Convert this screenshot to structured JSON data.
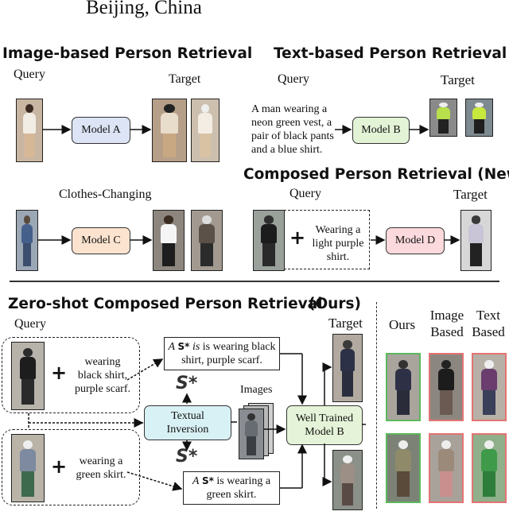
{
  "header": {
    "location": "Beijing, China"
  },
  "panels": {
    "image_based": {
      "title": "Image-based Person Retrieval",
      "query": "Query",
      "target": "Target",
      "model": "Model A"
    },
    "text_based": {
      "title": "Text-based Person Retrieval",
      "query": "Query",
      "target": "Target",
      "model": "Model B",
      "caption": [
        "A man wearing a",
        "neon green vest, a",
        "pair of black pants",
        "and a blue shirt."
      ]
    },
    "clothes_changing": {
      "title": "Clothes-Changing",
      "model": "Model C"
    },
    "composed": {
      "title": "Composed Person Retrieval (New)",
      "query": "Query",
      "target": "Target",
      "model": "Model D",
      "modifier": [
        "Wearing a",
        "light purple",
        "shirt."
      ]
    }
  },
  "zero_shot": {
    "title": "Zero-shot Composed Person Retrieval",
    "ours_tag": "(Ours)",
    "query": "Query",
    "target": "Target",
    "images_label": "Images",
    "query1_text": [
      "wearing",
      "black shirt,",
      "purple scarf."
    ],
    "query2_text": [
      "wearing a",
      "green skirt."
    ],
    "sentence1": {
      "prefix": "A",
      "token": "S*",
      "rest": "is wearing black",
      "line2": "shirt, purple scarf."
    },
    "sentence2": {
      "prefix": "A",
      "token": "S*",
      "rest": "is wearing a",
      "line2": "green skirt."
    },
    "token": "S*",
    "inversion": [
      "Textual",
      "Inversion"
    ],
    "model": [
      "Well Trained",
      "Model B"
    ]
  },
  "comparison": {
    "col1": "Ours",
    "col2": [
      "Image",
      "Based"
    ],
    "col3": [
      "Text",
      "Based"
    ]
  },
  "colors": {
    "model_a": "#dce4f5",
    "model_b": "#e3f3d6",
    "model_c": "#fbe3cf",
    "model_d": "#fbd9dc",
    "inversion": "#d8f1f4",
    "well_trained": "#e5f4d8",
    "correct": "#5cb85c",
    "wrong": "#e57373"
  }
}
